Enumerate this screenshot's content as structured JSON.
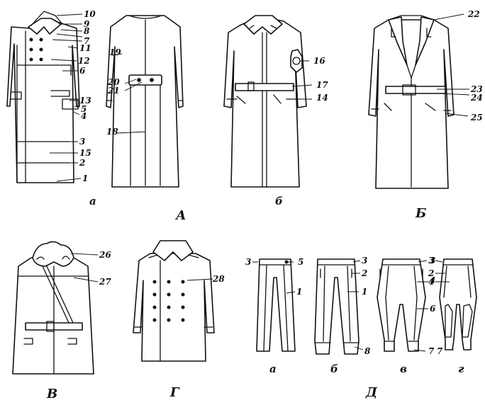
{
  "colors": {
    "ink": "#111111",
    "paper": "#ffffff"
  },
  "panel_labels": {
    "A": "А",
    "A_a": "а",
    "A_b": "б",
    "B": "Б",
    "V": "В",
    "G": "Г",
    "D": "Д",
    "D_a": "а",
    "D_b": "б",
    "D_v": "в",
    "D_g": "г"
  },
  "callouts": {
    "n1": "1",
    "n2": "2",
    "n3": "3",
    "n4": "4",
    "n5": "5",
    "n6": "6",
    "n7": "7",
    "n8": "8",
    "n9": "9",
    "n10": "10",
    "n11": "11",
    "n12": "12",
    "n13": "13",
    "n14": "14",
    "n15": "15",
    "n16": "16",
    "n17": "17",
    "n18": "18",
    "n19": "19",
    "n20": "20",
    "n21": "21",
    "n22": "22",
    "n23": "23",
    "n24": "24",
    "n25": "25",
    "n26": "26",
    "n27": "27",
    "n28": "28"
  },
  "trouser_callouts": {
    "a3": "3",
    "a5": "5",
    "a1": "1",
    "b3": "3",
    "b2": "2",
    "b1": "1",
    "b8": "8",
    "v3": "3",
    "v4": "4",
    "v6": "6",
    "v7": "7",
    "g3": "3",
    "g2": "2",
    "g4": "4",
    "g7": "7"
  }
}
